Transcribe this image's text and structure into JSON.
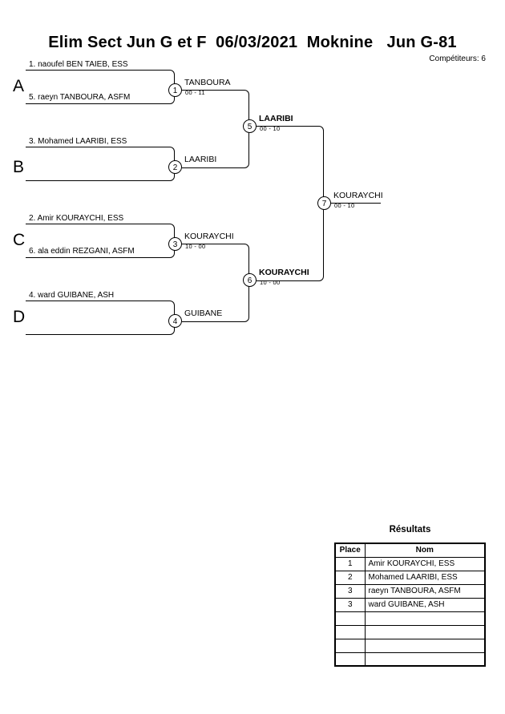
{
  "header": {
    "title": "Elim Sect Jun G et F  06/03/2021  Moknine   Jun G-81",
    "competitors": "Compétiteurs: 6"
  },
  "bracket": {
    "groups": [
      {
        "letter": "A"
      },
      {
        "letter": "B"
      },
      {
        "letter": "C"
      },
      {
        "letter": "D"
      }
    ],
    "entries": [
      {
        "seed_name": "1. naoufel BEN TAIEB, ESS"
      },
      {
        "seed_name": "5. raeyn TANBOURA, ASFM"
      },
      {
        "seed_name": "3. Mohamed LAARIBI, ESS"
      },
      {
        "seed_name": ""
      },
      {
        "seed_name": "2. Amir KOURAYCHI, ESS"
      },
      {
        "seed_name": "6. ala eddin REZGANI, ASFM"
      },
      {
        "seed_name": "4. ward GUIBANE, ASH"
      },
      {
        "seed_name": ""
      }
    ],
    "matches": [
      {
        "number": "1",
        "winner": "TANBOURA",
        "score": "00 - 11",
        "bold": false
      },
      {
        "number": "2",
        "winner": "LAARIBI",
        "score": "",
        "bold": false
      },
      {
        "number": "3",
        "winner": "KOURAYCHI",
        "score": "10 - 00",
        "bold": false
      },
      {
        "number": "4",
        "winner": "GUIBANE",
        "score": "",
        "bold": false
      },
      {
        "number": "5",
        "winner": "LAARIBI",
        "score": "00 - 10",
        "bold": true
      },
      {
        "number": "6",
        "winner": "KOURAYCHI",
        "score": "10 - 00",
        "bold": true
      },
      {
        "number": "7",
        "winner": "KOURAYCHI",
        "score": "00 - 10",
        "bold": false
      }
    ]
  },
  "results": {
    "title": "Résultats",
    "columns": [
      "Place",
      "Nom"
    ],
    "rows": [
      {
        "place": "1",
        "name": "Amir KOURAYCHI, ESS"
      },
      {
        "place": "2",
        "name": "Mohamed LAARIBI, ESS"
      },
      {
        "place": "3",
        "name": "raeyn TANBOURA, ASFM"
      },
      {
        "place": "3",
        "name": "ward GUIBANE, ASH"
      },
      {
        "place": "",
        "name": ""
      },
      {
        "place": "",
        "name": ""
      },
      {
        "place": "",
        "name": ""
      },
      {
        "place": "",
        "name": ""
      }
    ]
  }
}
